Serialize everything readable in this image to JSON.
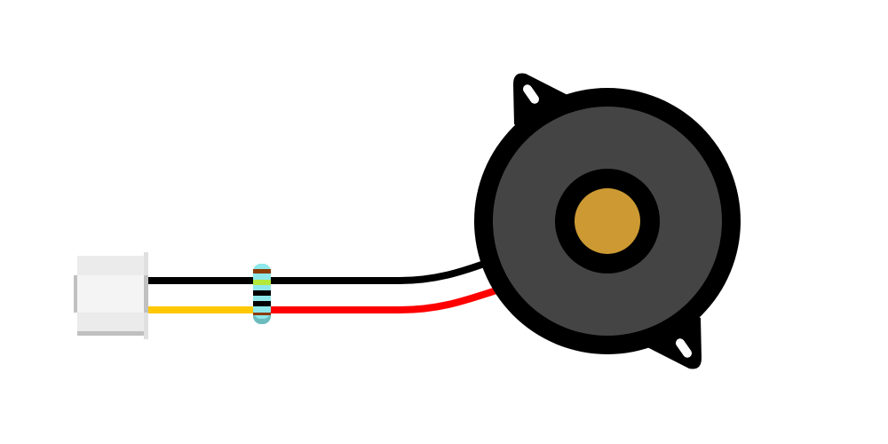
{
  "diagram": {
    "components": [
      {
        "id": "connector",
        "type": "3-pin-connector"
      },
      {
        "id": "resistor",
        "type": "resistor",
        "bands": [
          "brown",
          "green",
          "black",
          "black",
          "brown"
        ]
      },
      {
        "id": "buzzer",
        "type": "piezo-buzzer"
      }
    ],
    "wires": [
      {
        "from": "connector",
        "to": "buzzer",
        "color": "black"
      },
      {
        "from": "connector",
        "to": "resistor",
        "color": "yellow"
      },
      {
        "from": "resistor",
        "to": "buzzer",
        "color": "red"
      }
    ]
  },
  "colors": {
    "wire_black": "#000000",
    "wire_yellow": "#ffc800",
    "wire_red": "#ff0000",
    "resistor_body": "#8ee8ea",
    "band_brown": "#8b3a00",
    "band_green": "#b4e83c",
    "band_black": "#000000",
    "buzzer_rim": "#000000",
    "buzzer_face": "#444444",
    "buzzer_center": "#cc9933",
    "connector_body": "#ebebeb",
    "connector_highlight": "#f4f4f4",
    "connector_shadow": "#c0c0c0"
  }
}
